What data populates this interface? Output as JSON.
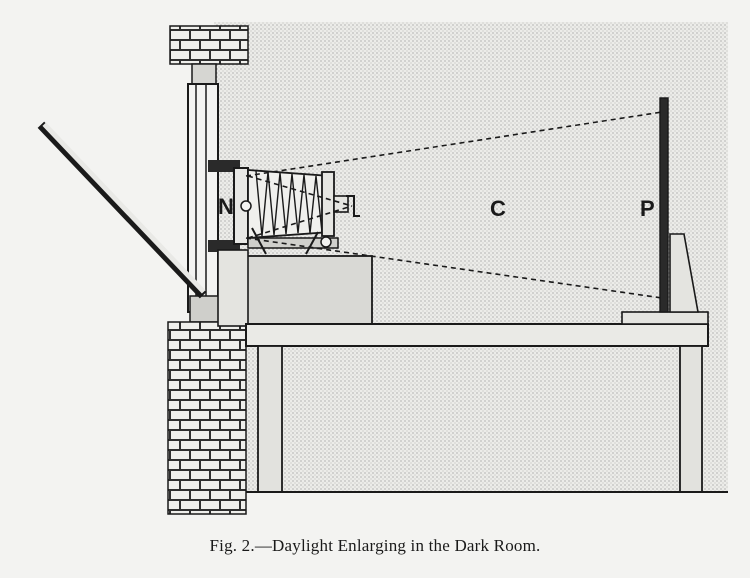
{
  "figure": {
    "labels": {
      "negative": "N",
      "cone": "C",
      "screen": "P"
    },
    "caption": "Fig. 2.—Daylight Enlarging in the Dark Room."
  },
  "colors": {
    "ink": "#1a1a1a",
    "paper": "#f3f3f1",
    "stipple": "#9a9a9a",
    "wood": "#dcdcd8",
    "brick": "#3a3a3a"
  }
}
